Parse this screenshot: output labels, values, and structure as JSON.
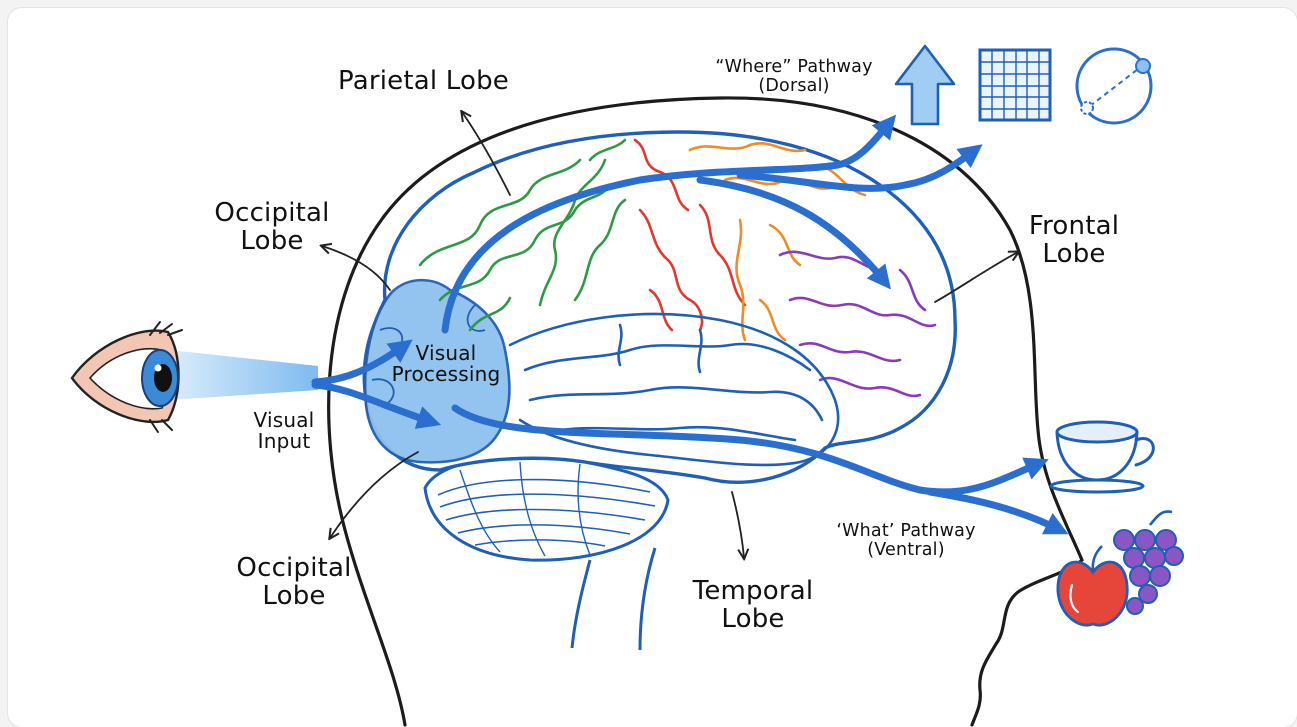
{
  "diagram": {
    "labels": {
      "parietal": "Parietal Lobe",
      "occipital_top": [
        "Occipital",
        "Lobe"
      ],
      "occipital_bottom": [
        "Occipital",
        "Lobe"
      ],
      "frontal": [
        "Frontal",
        "Lobe"
      ],
      "temporal": [
        "Temporal",
        "Lobe"
      ],
      "visual_processing": [
        "Visual",
        "Processing"
      ],
      "visual_input": [
        "Visual",
        "Input"
      ],
      "where_pathway": [
        "“Where” Pathway",
        "(Dorsal)"
      ],
      "what_pathway": [
        "‘What’ Pathway",
        "(Ventral)"
      ]
    },
    "icons": [
      "eye-icon",
      "up-arrow-icon",
      "grid-icon",
      "circle-path-icon",
      "teacup-icon",
      "apple-icon",
      "grapes-icon"
    ],
    "colors": {
      "outline": "#1f5fb5",
      "pathway_arrow": "#2a6fcf",
      "visual_area": "#8ec0ef",
      "parietal": "#2e9a45",
      "red_region": "#e0392f",
      "orange_region": "#f08c25",
      "frontal": "#8a3bb8",
      "apple": "#e6453a",
      "grapes": "#8a56c6"
    }
  }
}
